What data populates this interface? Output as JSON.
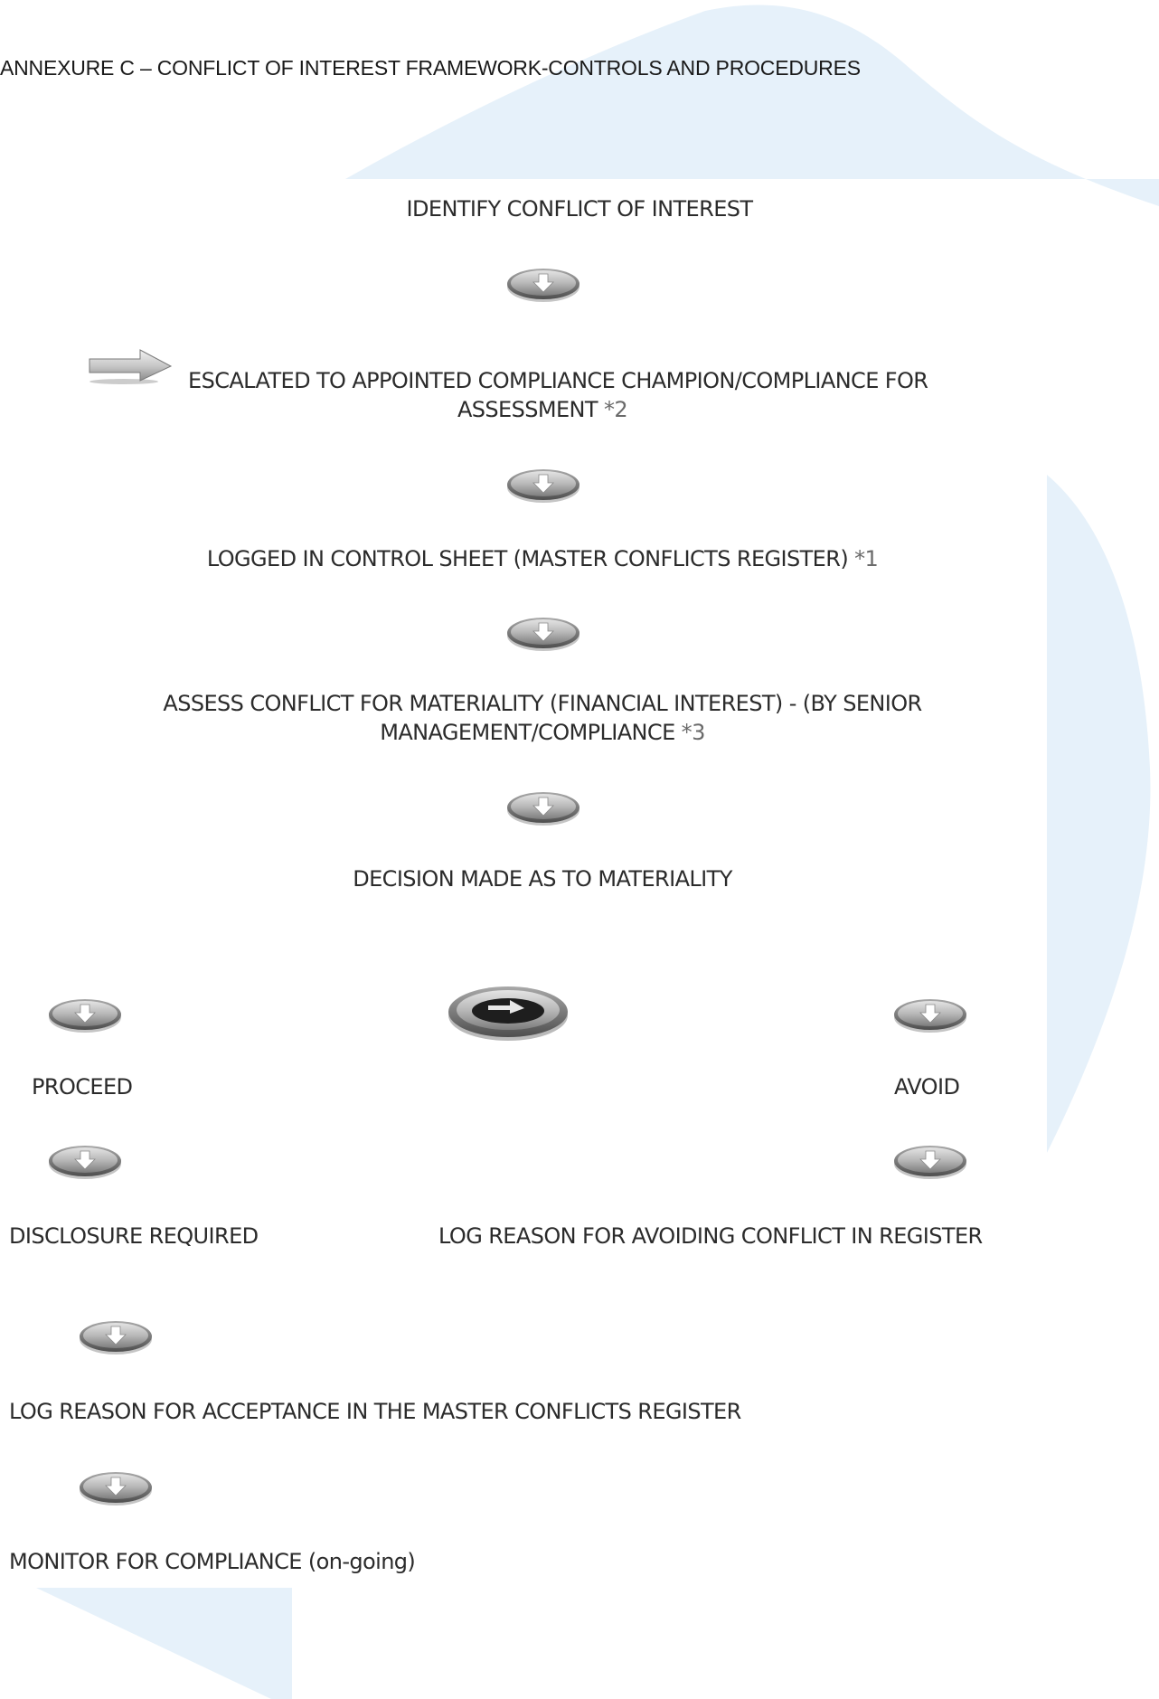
{
  "header": {
    "title": "ANNEXURE C – CONFLICT OF INTEREST FRAMEWORK-CONTROLS AND PROCEDURES"
  },
  "colors": {
    "background_shape": "#e6f1fa",
    "text": "#2b2b2b",
    "arrow_fill": "#b7b7b7",
    "arrow_rim": "#6f6f6f"
  },
  "flow": {
    "identify": "IDENTIFY CONFLICT OF INTEREST",
    "escalate_line1": "ESCALATED TO APPOINTED COMPLIANCE CHAMPION/COMPLIANCE FOR",
    "escalate_line2": "ASSESSMENT",
    "escalate_ref": "*2",
    "logged": "LOGGED IN CONTROL SHEET (MASTER CONFLICTS REGISTER)",
    "logged_ref": "*1",
    "assess_line1": "ASSESS CONFLICT FOR MATERIALITY (FINANCIAL INTEREST) - (BY SENIOR",
    "assess_line2": "MANAGEMENT/COMPLIANCE",
    "assess_ref": "*3",
    "decision": "DECISION MADE AS TO MATERIALITY",
    "proceed": "PROCEED",
    "avoid": "AVOID",
    "disclosure": "DISCLOSURE REQUIRED",
    "log_avoid": "LOG REASON FOR AVOIDING CONFLICT IN REGISTER",
    "log_accept": "LOG REASON FOR ACCEPTANCE IN THE MASTER CONFLICTS REGISTER",
    "monitor": "MONITOR FOR COMPLIANCE (on-going)"
  },
  "icons": {
    "down_arrow": "down-arrow-icon",
    "right_arrow": "right-arrow-icon",
    "decision": "swap-arrows-icon"
  }
}
